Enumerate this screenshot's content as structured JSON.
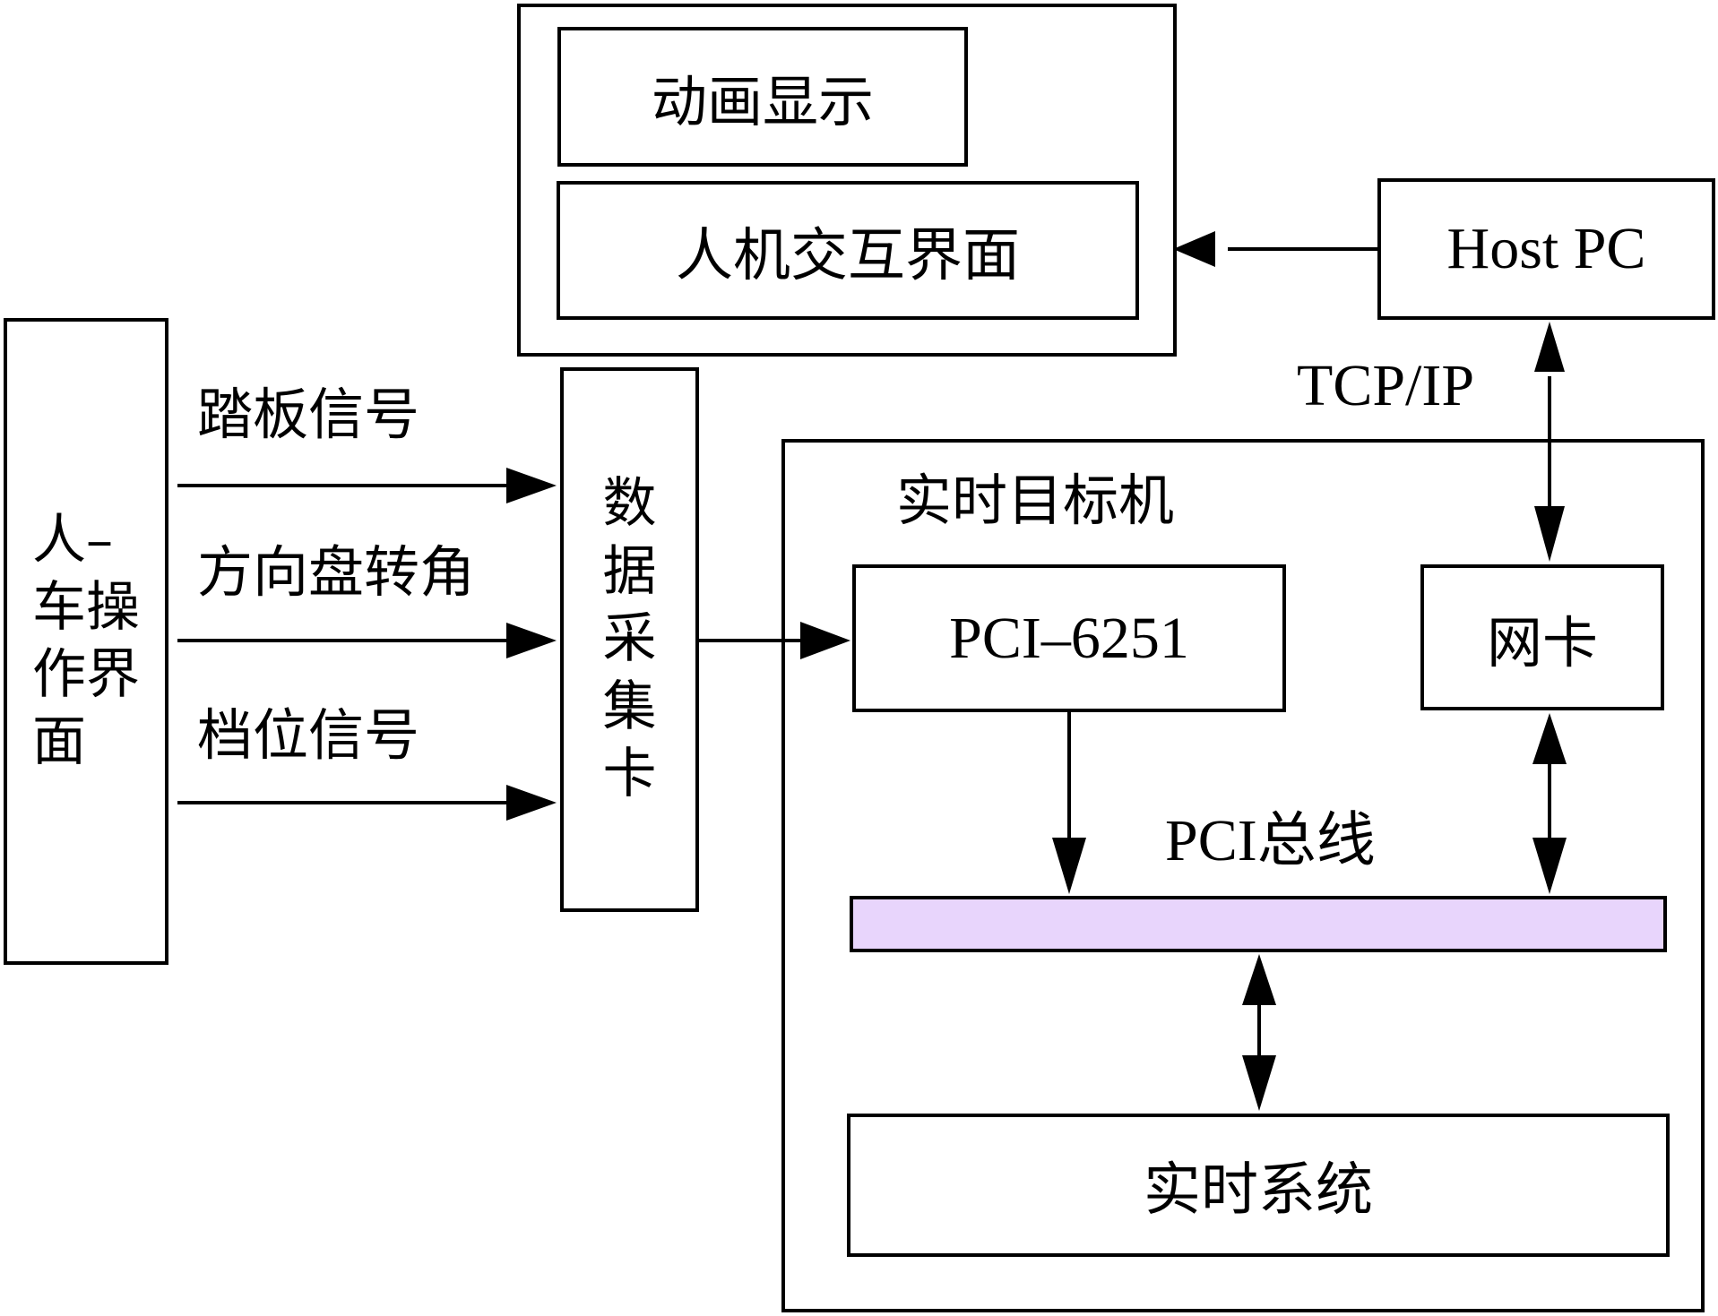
{
  "diagram": {
    "operator_panel": {
      "lines": [
        "人–",
        "车操",
        "作界",
        "面"
      ]
    },
    "signals": [
      {
        "label": "踏板信号"
      },
      {
        "label": "方向盘转角"
      },
      {
        "label": "档位信号"
      }
    ],
    "daq_card": {
      "chars": [
        "数",
        "据",
        "采",
        "集",
        "卡"
      ]
    },
    "host_group": {
      "animation_display": "动画显示",
      "hmi": "人机交互界面"
    },
    "host_pc": "Host PC",
    "tcpip_label": "TCP/IP",
    "target_machine": {
      "title": "实时目标机",
      "pci_card": "PCI–6251",
      "nic": "网卡",
      "bus_label": "PCI总线",
      "realtime_system": "实时系统"
    },
    "colors": {
      "bus_fill": "#E8D5FC",
      "stroke": "#000000"
    }
  }
}
